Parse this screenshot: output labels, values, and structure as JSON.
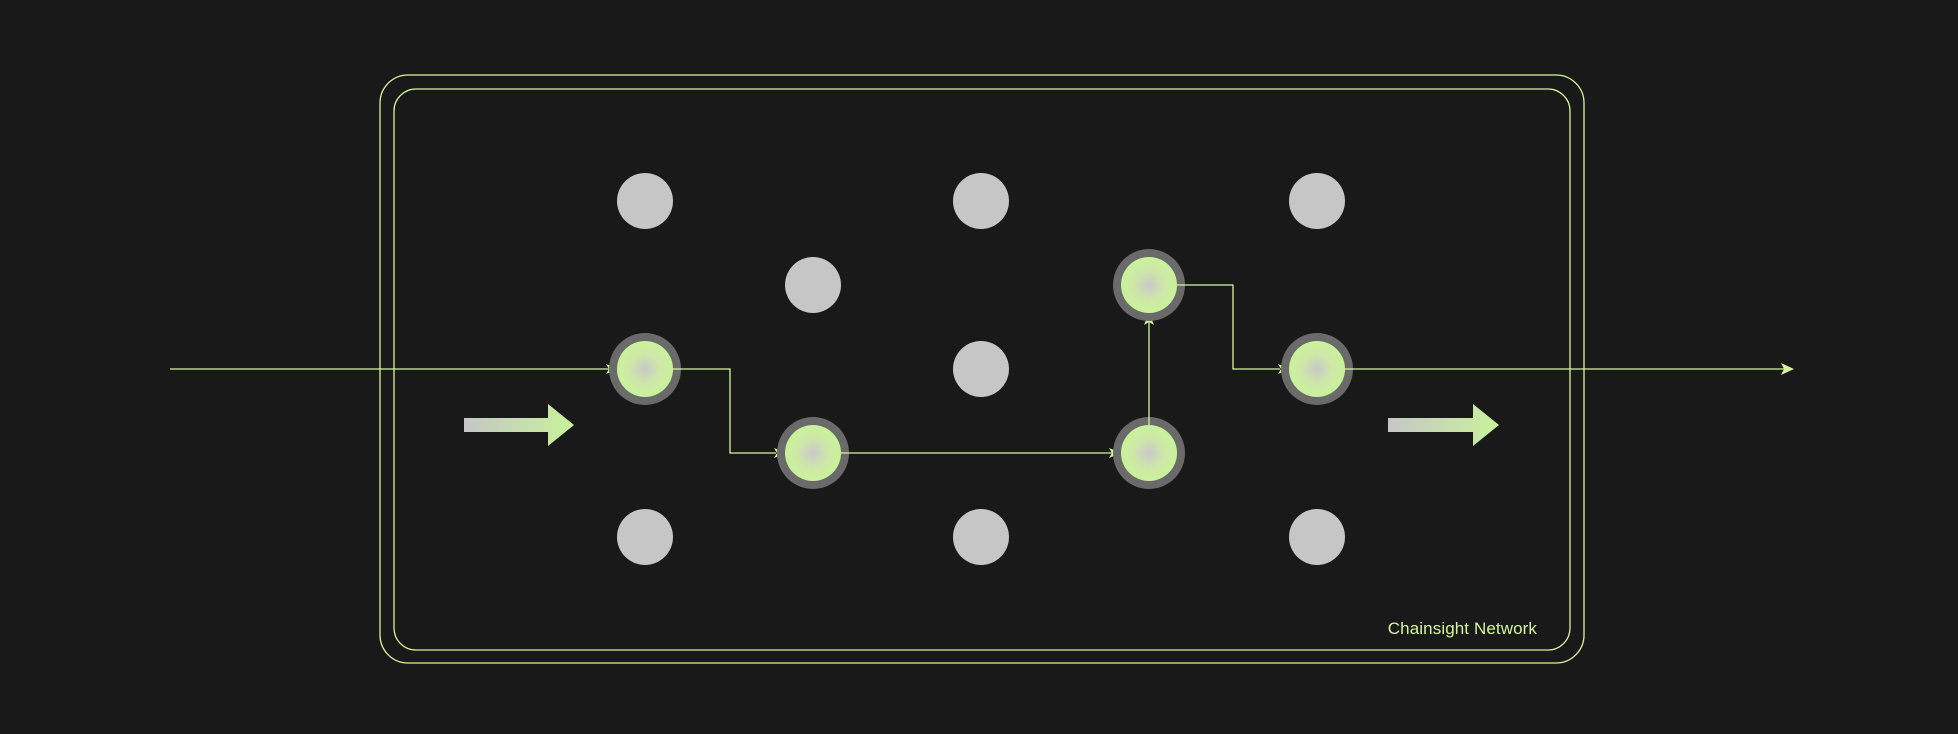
{
  "network": {
    "label": "Chainsight Network"
  },
  "colors": {
    "background": "#191919",
    "accent": "#d4f59c",
    "accent_fill": "#c8f29a",
    "inactive_node": "#c6c6c6",
    "active_ring": "#6a6a6a"
  },
  "nodes": [
    {
      "id": "n1",
      "column": 1,
      "row": 1,
      "active": false
    },
    {
      "id": "n2",
      "column": 1,
      "row": 3,
      "active": true
    },
    {
      "id": "n3",
      "column": 1,
      "row": 5,
      "active": false
    },
    {
      "id": "n4",
      "column": 2,
      "row": 2,
      "active": false
    },
    {
      "id": "n5",
      "column": 2,
      "row": 4,
      "active": true
    },
    {
      "id": "n6",
      "column": 3,
      "row": 1,
      "active": false
    },
    {
      "id": "n7",
      "column": 3,
      "row": 3,
      "active": false
    },
    {
      "id": "n8",
      "column": 3,
      "row": 5,
      "active": false
    },
    {
      "id": "n9",
      "column": 4,
      "row": 2,
      "active": true
    },
    {
      "id": "n10",
      "column": 4,
      "row": 4,
      "active": true
    },
    {
      "id": "n11",
      "column": 5,
      "row": 1,
      "active": false
    },
    {
      "id": "n12",
      "column": 5,
      "row": 3,
      "active": true
    },
    {
      "id": "n13",
      "column": 5,
      "row": 5,
      "active": false
    }
  ],
  "path": [
    "input",
    "n2",
    "n5",
    "n10",
    "n9",
    "n12",
    "output"
  ],
  "flow_arrows": [
    "left-flow-arrow",
    "right-flow-arrow"
  ]
}
